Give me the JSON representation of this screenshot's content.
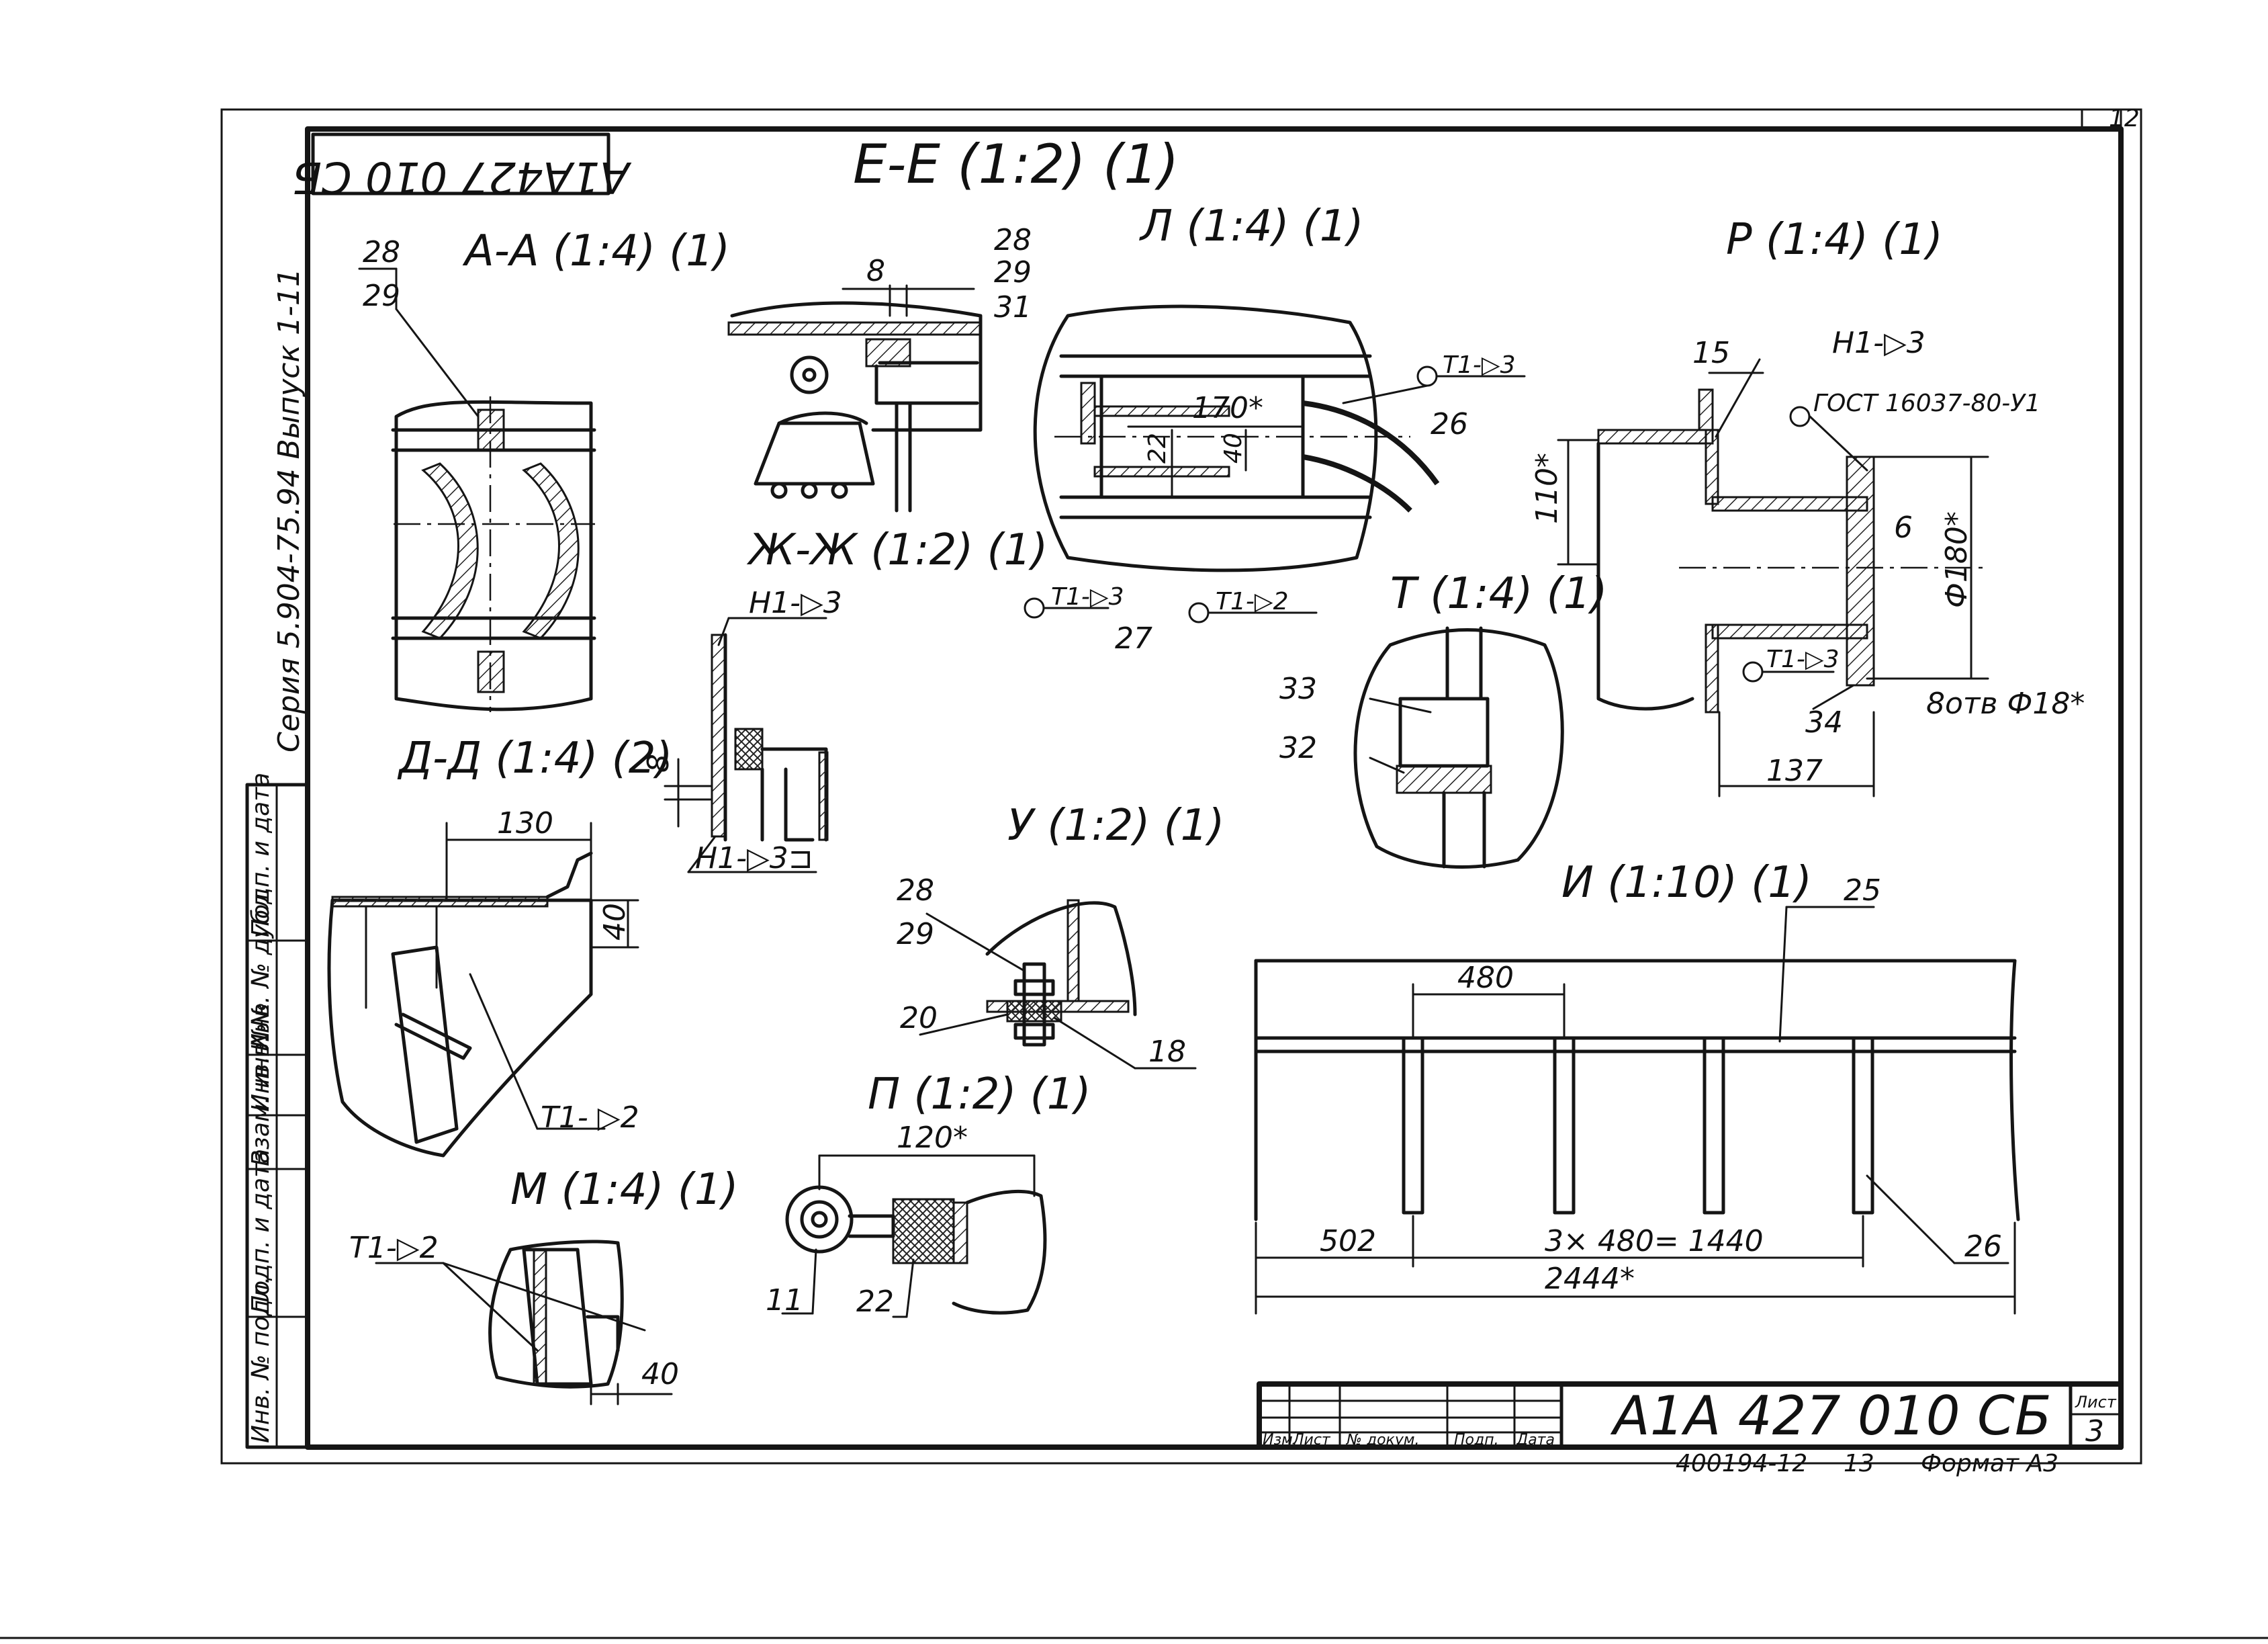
{
  "frame": {
    "sheet_corner": "12",
    "mirror_code": "А1А427 010 СБ",
    "series_vertical": "Серия 5.904-75.94   Выпуск 1-11"
  },
  "side_stamp": {
    "cells": [
      "Подп. и дата",
      "Инв. № дубл.",
      "Инв. №",
      "Взам. инв. №",
      "Подп. и дата",
      "Инв. № подл."
    ]
  },
  "views": {
    "aa": {
      "title": "А-А (1:4) (1)",
      "labels": [
        "28",
        "29"
      ]
    },
    "ee": {
      "title": "Е-Е (1:2) (1)",
      "dims": [
        "8"
      ]
    },
    "zhzh": {
      "title": "Ж-Ж (1:2) (1)"
    },
    "l": {
      "title": "Л (1:4) (1)",
      "labels": [
        "28",
        "29",
        "31",
        "26",
        "27",
        "170*",
        "22",
        "40"
      ],
      "welds": [
        "Т1-▷3",
        "Т1-▷3",
        "Т1-▷2"
      ]
    },
    "r": {
      "title": "Р (1:4) (1)",
      "labels": [
        "15",
        "Н1-▷3",
        "ГОСТ 16037-80-У1",
        "110*",
        "6",
        "Ф180*",
        "Т1-▷3",
        "34",
        "8отв Ф18*",
        "137"
      ]
    },
    "dd": {
      "title": "Д-Д (1:4) (2)",
      "labels": [
        "130",
        "40",
        "Т1- ▷2"
      ]
    },
    "weld_detail": {
      "labels": [
        "Н1-▷3",
        "8",
        "Н1-▷3⊐"
      ]
    },
    "t": {
      "title": "Т (1:4) (1)",
      "labels": [
        "33",
        "32"
      ]
    },
    "u": {
      "title": "У (1:2) (1)",
      "labels": [
        "28",
        "29",
        "20",
        "18"
      ]
    },
    "p": {
      "title": "П (1:2) (1)",
      "labels": [
        "120*",
        "11",
        "22"
      ]
    },
    "m": {
      "title": "М (1:4) (1)",
      "labels": [
        "Т1-▷2",
        "40"
      ]
    },
    "i": {
      "title": "И (1:10) (1)",
      "labels": [
        "480",
        "25",
        "26",
        "502",
        "3× 480= 1440",
        "2444*"
      ]
    }
  },
  "title_block": {
    "headers": [
      "Изм.",
      "Лист",
      "№ докум.",
      "Подп.",
      "Дата"
    ],
    "doc_code": "А1А 427 010 СБ",
    "sheet_label": "Лист",
    "sheet_number": "3"
  },
  "footer": {
    "archive": "400194-12",
    "page": "13",
    "format": "Формат А3"
  }
}
